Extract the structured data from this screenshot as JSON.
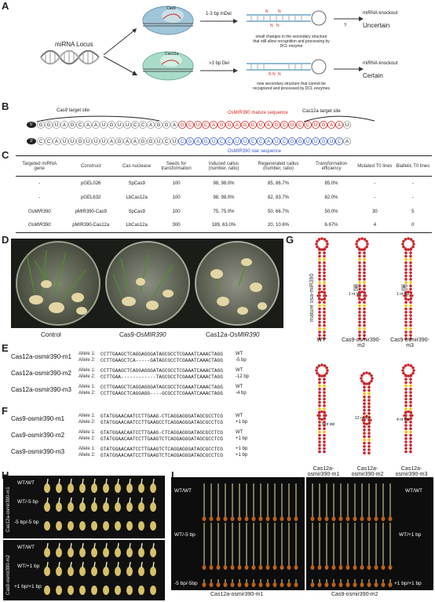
{
  "panels": {
    "a": "A",
    "b": "B",
    "c": "C",
    "d": "D",
    "e": "E",
    "f": "F",
    "g": "G",
    "h": "H",
    "i": "I"
  },
  "panelA": {
    "locus_label": "miRNA Locus",
    "cas9_label": "Cas9",
    "cas12a_label": "Cas12a",
    "arrow_top": "1-3 bp InDel",
    "arrow_bottom": ">3 bp Del",
    "top_text": "small changes in the secondary structure that still allow recognition and processing by DCL enzyme",
    "bottom_text": "new secondary structure that cannot be recognized and processed by DCL enzymes",
    "ko_top": "miRNA knockout",
    "ko_top_q": "?",
    "ko_bottom": "miRNA knockout",
    "result_top": "Uncertain",
    "result_bottom": "Certain"
  },
  "panelB": {
    "cas9_site": "Cas9 target site",
    "cas12a_site": "Cas12a target site",
    "mature": "OsMIR390 mature sequence",
    "star": "OsMIR390 star sequence",
    "five": "5'",
    "three": "3'",
    "top_strand": "GGUAGCAAUGUUCCAGGAGCUCAGGAGGUAGCGCCUGAAUCAAAGUACUUC",
    "bottom_strand": "CCAUUGUUUAGAAGGUCUCGAGUCCUUCCAUCGGUUGUCAUCGCGGUCUGCAAUAC"
  },
  "table": {
    "headers": [
      "Targeted miRNA gene",
      "Construct",
      "Cas nuclease",
      "Seeds for transformation",
      "Induced callus (number, ratio)",
      "Regenerated callus (number, ratio)",
      "Transformation efficiency",
      "Mutated T0 lines",
      "Biallelic T0 lines"
    ],
    "rows": [
      [
        "-",
        "pGEL026",
        "SpCas9",
        "100",
        "98, 98.0%",
        "85, 86.7%",
        "85.0%",
        "-",
        "-"
      ],
      [
        "-",
        "pGEL632",
        "LbCas12a",
        "100",
        "98, 98.0%",
        "82, 83.7%",
        "82.0%",
        "-",
        "-"
      ],
      [
        "OsMIR390",
        "pMIR390-Cas9",
        "SpCas9",
        "100",
        "75, 75.0%",
        "50, 66.7%",
        "50.0%",
        "30",
        "5"
      ],
      [
        "OsMIR390",
        "pMIR390-Cas12a",
        "LbCas12a",
        "300",
        "189, 63.0%",
        "20, 10.6%",
        "6.67%",
        "4",
        "0"
      ]
    ]
  },
  "panelD": {
    "labels": [
      "Control",
      "Cas9-",
      "Cas12a-"
    ],
    "gene": "OsMIR390"
  },
  "panelE": {
    "lines": [
      {
        "name": "Cas12a-osmir390-m1",
        "a1": "Allele 1:",
        "s1": "CCTTGAAGCTCAGGAGGGATAGCGCCTCGAAATCAAACTAGG",
        "m1": "WT",
        "a2": "Allele 2:",
        "s2": "CCTTGAAGCTCA-----GATAGCGCCTCGAAATCAAACTAGG",
        "m2": "-5 bp"
      },
      {
        "name": "Cas12a-osmir390-m2",
        "a1": "Allele 1:",
        "s1": "CCTTGAAGCTCAGGAGGGATAGCGCCTCGAAATCAAACTAGG",
        "m1": "WT",
        "a2": "Allele 2:",
        "s2": "CCTTGAA------------TAGCGCCTCGAAATCAAACTAGG",
        "m2": "-12 bp"
      },
      {
        "name": "Cas12a-osmir390-m3",
        "a1": "Allele 1:",
        "s1": "CCTTGAAGCTCAGGAGGGATAGCGCCTCGAAATCAAACTAGG",
        "m1": "WT",
        "a2": "Allele 2:",
        "s2": "CCTTGAAGCTCAGGAGG----GCGCCTCGAAATCAAACTAGG",
        "m2": "-4 bp"
      }
    ]
  },
  "panelF": {
    "lines": [
      {
        "name": "Cas9-osmir390-m1",
        "a1": "Allele 1:",
        "s1": "GTATGGAACAATCCTTGAAG-CTCAGGAGGGATAGCGCCTCG",
        "m1": "WT",
        "a2": "Allele 2:",
        "s2": "GTATGGAACAATCCTTGAAGCCTCAGGAGGGATAGCGCCTCG",
        "m2": "+1 bp"
      },
      {
        "name": "Cas9-osmir390-m2",
        "a1": "Allele 1:",
        "s1": "GTATGGAACAATCCTTGAAG-CTCAGGAGGGATAGCGCCTCG",
        "m1": "WT",
        "a2": "Allele 2:",
        "s2": "GTATGGAACAATCCTTGAAGTCTCAGGAGGGATAGCGCCTCG",
        "m2": "+1 bp"
      },
      {
        "name": "Cas9-osmir390-m3",
        "a1": "Allele 1:",
        "s1": "GTATGGAACAATCCTTGAAGTCTCAGGAGGGATAGCGCCTCG",
        "m1": "+1 bp",
        "a2": "Allele 2:",
        "s2": "GTATGGAACAATCCTTGAAGTCTCAGGAGGGATAGCGCCTCG",
        "m2": "+1 bp"
      }
    ]
  },
  "panelG": {
    "mature_label": "mature osa-miR390",
    "labels": [
      "WT",
      "Cas9-osmir390-m2",
      "Cas9-osmir390-m3",
      "Cas12a-osmir390-m1",
      "Cas12a-osmir390-m2",
      "Cas12a-osmir390-m3"
    ],
    "notes": [
      "1 nt ins",
      "1 nt ins",
      "5 nt del",
      "12 nt del",
      "4 nt del"
    ],
    "ins_letters": [
      "U",
      "A"
    ]
  },
  "panelH": {
    "groups": [
      "Cas12a-osmir390-m1",
      "Cas9-osmir390-m2"
    ],
    "rows_top": [
      "WT/WT",
      "WT/-5 bp",
      "-5 bp/-5 bp"
    ],
    "rows_bottom": [
      "WT/WT",
      "WT/+1 bp",
      "+1 bp/+1 bp"
    ]
  },
  "panelI": {
    "left_rows": [
      "WT/WT",
      "WT/-5 bp",
      "-5 bp/-5bp"
    ],
    "right_rows": [
      "WT/WT",
      "WT/+1 bp",
      "+1 bp/+1 bp"
    ],
    "captions": [
      "Cas12a-osmir390-m1",
      "Cas9-osmir390-m2"
    ]
  }
}
